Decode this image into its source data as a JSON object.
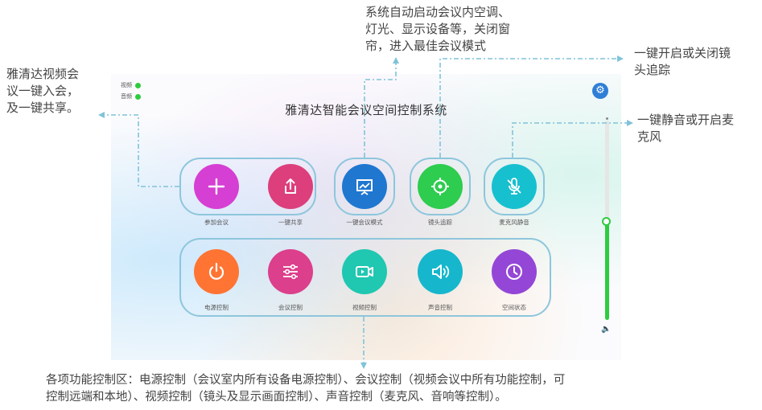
{
  "status": {
    "video_label": "视频",
    "audio_label": "音频"
  },
  "title": "雅清达智能会议空间控制系统",
  "top_buttons": [
    {
      "label": "参加会议",
      "color": "#d63fd3",
      "icon": "plus-icon"
    },
    {
      "label": "一键共享",
      "color": "#dc3f7c",
      "icon": "share-icon"
    },
    {
      "label": "一键会议模式",
      "color": "#1f77d0",
      "icon": "presentation-icon"
    },
    {
      "label": "镜头追踪",
      "color": "#2ecc4f",
      "icon": "target-icon"
    },
    {
      "label": "麦克风静音",
      "color": "#17c0cf",
      "icon": "mic-off-icon"
    }
  ],
  "bottom_buttons": [
    {
      "label": "电源控制",
      "color": "#ff7433",
      "icon": "power-icon"
    },
    {
      "label": "会议控制",
      "color": "#dc3f8c",
      "icon": "sliders-icon"
    },
    {
      "label": "视频控制",
      "color": "#20c7b1",
      "icon": "video-icon"
    },
    {
      "label": "声音控制",
      "color": "#16b7cc",
      "icon": "speaker-icon"
    },
    {
      "label": "空间状态",
      "color": "#9447d6",
      "icon": "clock-icon"
    }
  ],
  "volume_level": 0.49,
  "annotations": {
    "join_share": [
      "雅清达视频会",
      "议一键入会，",
      "及一键共享。"
    ],
    "meeting_mode": [
      "系统自动启动会议内空调、",
      "灯光、显示设备等，关闭窗",
      "帘，进入最佳会议模式"
    ],
    "tracking": [
      "一键开启或关闭镜",
      "头追踪"
    ],
    "mic": [
      "一键静音或开启麦",
      "克风"
    ],
    "bottom": [
      "各项功能控制区：电源控制（会议室内所有设备电源控制）、会议控制（视频会议中所有功能控制，可",
      "控制远端和本地）、视频控制（镜头及显示画面控制）、声音控制（麦克风、音响等控制）。"
    ]
  },
  "colors": {
    "accent": "#2f7fd6",
    "annotation_line": "#7fc3d9",
    "group_border": "#8dc6dc",
    "status_green": "#2ecc40"
  }
}
